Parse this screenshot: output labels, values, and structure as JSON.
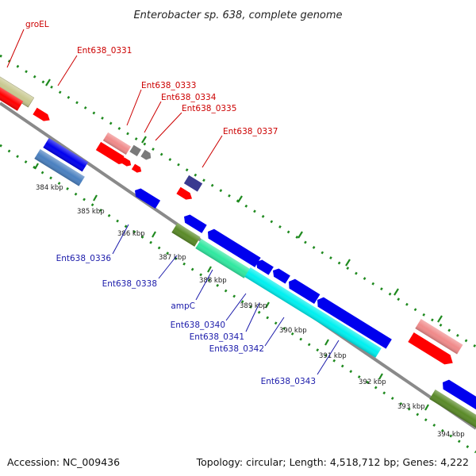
{
  "title": "Enterobacter sp. 638, complete genome",
  "footer": {
    "accession": "Accession: NC_009436",
    "topology": "Topology: circular; Length: 4,518,712 bp; Genes: 4,222"
  },
  "kbp_ticks": [
    "384 kbp",
    "385 kbp",
    "386 kbp",
    "387 kbp",
    "388 kbp",
    "389 kbp",
    "390 kbp",
    "391 kbp",
    "392 kbp",
    "393 kbp",
    "394 kbp"
  ],
  "gene_labels": {
    "groEL": "groEL",
    "ent0331": "Ent638_0331",
    "ent0333": "Ent638_0333",
    "ent0334": "Ent638_0334",
    "ent0335": "Ent638_0335",
    "ent0337": "Ent638_0337",
    "ent0336": "Ent638_0336",
    "ent0338": "Ent638_0338",
    "ampC": "ampC",
    "ent0340": "Ent638_0340",
    "ent0341": "Ent638_0341",
    "ent0342": "Ent638_0342",
    "ent0343": "Ent638_0343"
  },
  "colors": {
    "backbone": "#8a8a8a",
    "dots": "#1f8a1f",
    "red": "#ff0000",
    "pink": "#f08a8a",
    "blue": "#0000ee",
    "steelblue": "#4a80c0",
    "grey": "#7a7a7a",
    "navy": "#3a3a90",
    "olive": "#5a8a28",
    "khaki": "#c8c890",
    "cyan": "#00f0f0",
    "seagreen": "#30e8a0"
  }
}
